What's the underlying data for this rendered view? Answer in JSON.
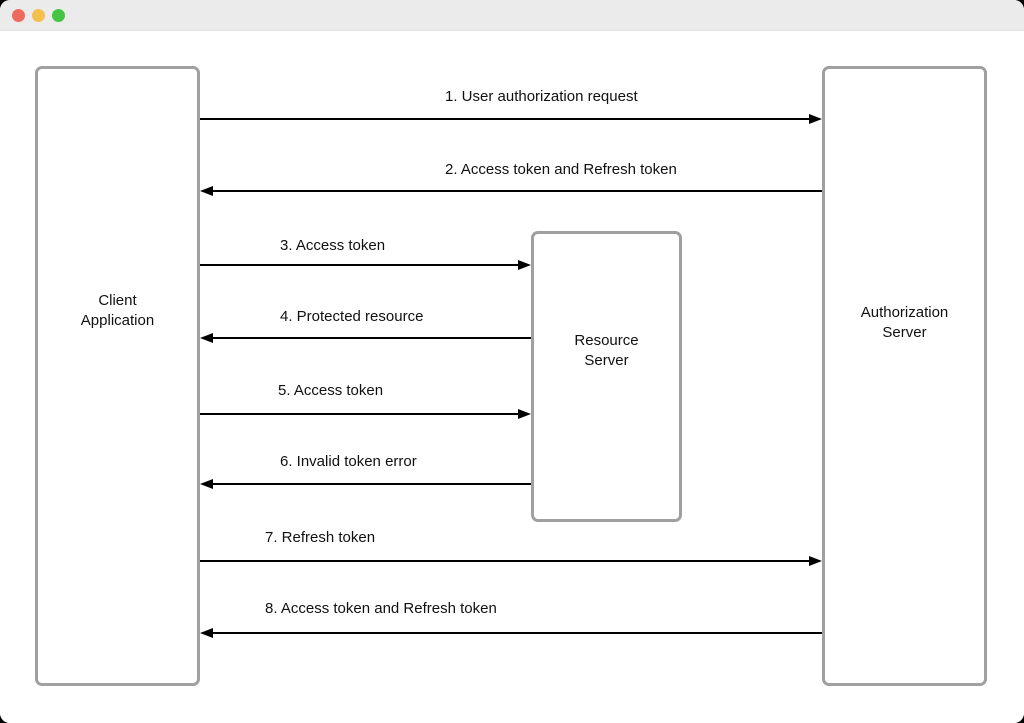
{
  "window": {
    "titlebar_color": "#ebebeb",
    "traffic_lights": {
      "close_color": "#ee6a5e",
      "minimize_color": "#f5bf4f",
      "zoom_color": "#45c343"
    }
  },
  "diagram": {
    "type": "sequence-flow",
    "colors": {
      "node_border": "#a0a0a0",
      "node_fill": "#ffffff",
      "arrow": "#000000",
      "text": "#111111"
    },
    "nodes": {
      "client": {
        "label": "Client\nApplication"
      },
      "resource": {
        "label": "Resource\nServer"
      },
      "auth": {
        "label": "Authorization\nServer"
      }
    },
    "messages": [
      {
        "num": 1,
        "label": "1. User authorization request",
        "from": "client",
        "to": "auth",
        "direction": "right"
      },
      {
        "num": 2,
        "label": "2. Access token and Refresh token",
        "from": "auth",
        "to": "client",
        "direction": "left"
      },
      {
        "num": 3,
        "label": "3. Access token",
        "from": "client",
        "to": "resource",
        "direction": "right"
      },
      {
        "num": 4,
        "label": "4. Protected resource",
        "from": "resource",
        "to": "client",
        "direction": "left"
      },
      {
        "num": 5,
        "label": "5. Access token",
        "from": "client",
        "to": "resource",
        "direction": "right"
      },
      {
        "num": 6,
        "label": "6. Invalid token error",
        "from": "resource",
        "to": "client",
        "direction": "left"
      },
      {
        "num": 7,
        "label": "7. Refresh token",
        "from": "client",
        "to": "auth",
        "direction": "right"
      },
      {
        "num": 8,
        "label": "8. Access token and Refresh token",
        "from": "auth",
        "to": "client",
        "direction": "left"
      }
    ]
  }
}
